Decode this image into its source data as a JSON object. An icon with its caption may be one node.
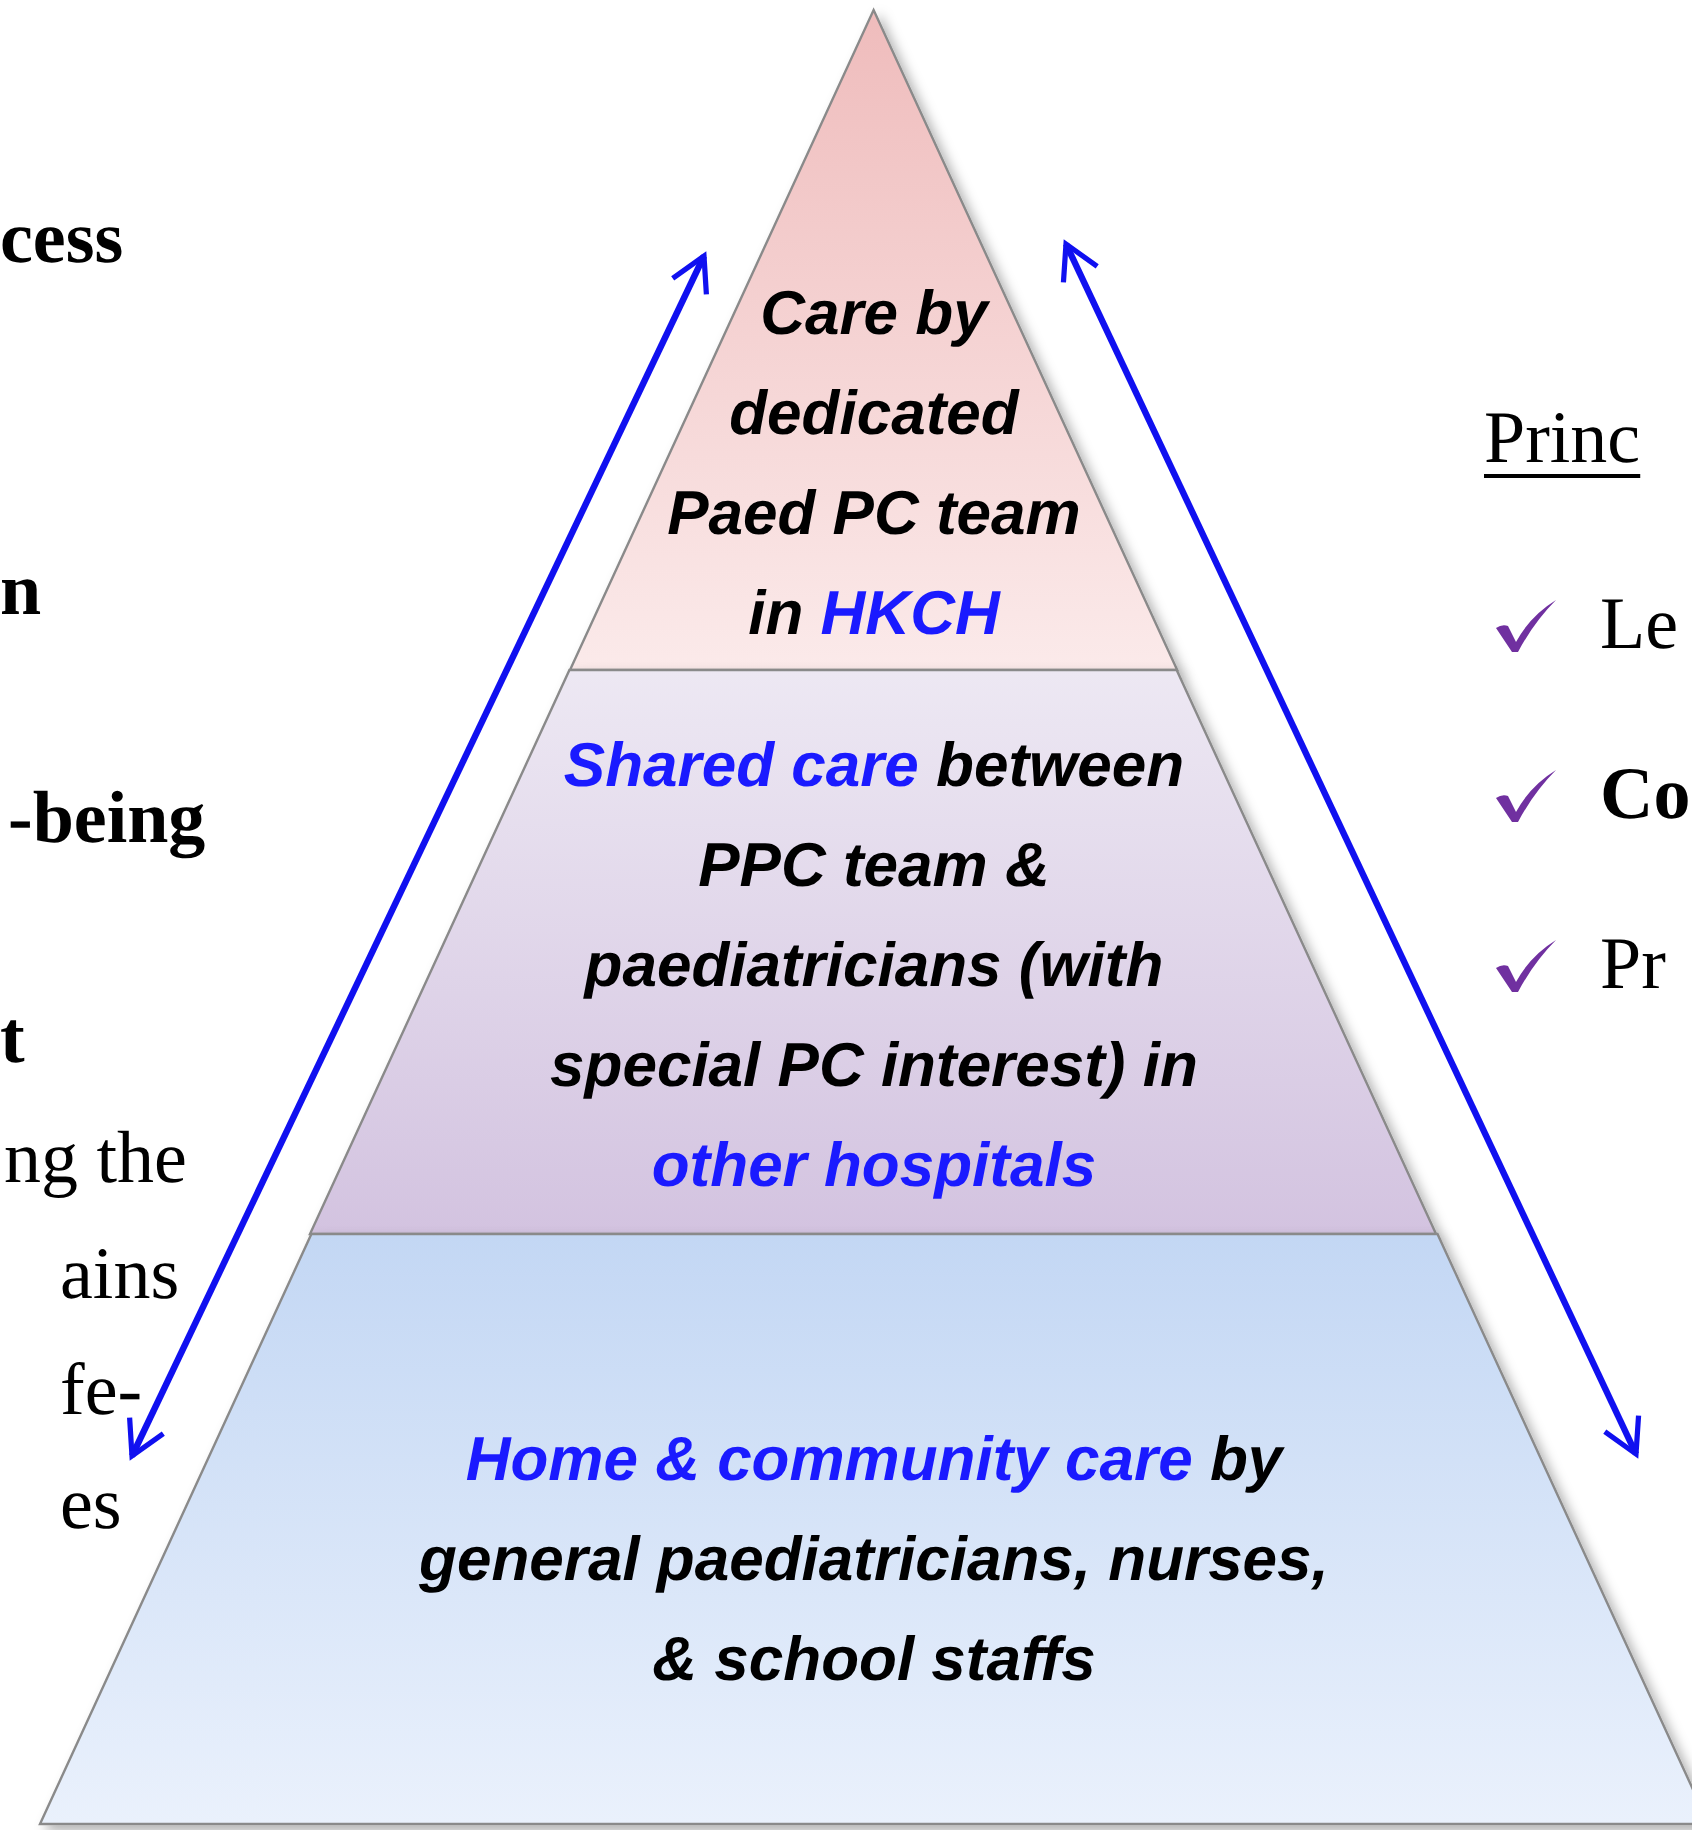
{
  "diagram": {
    "nodes": [
      {
        "text": [
          "Care by dedicated Paed PC team in",
          "HKCH"
        ]
      },
      {
        "text": [
          "Shared care",
          "between PPC team & paediatricians (with special PC interest) in",
          "other hospitals"
        ]
      },
      {
        "text": [
          "Home & community care",
          "by general paediatricians, nurses, & school staffs"
        ]
      }
    ],
    "edges": [],
    "labels": [
      "cess",
      "n",
      "-being",
      "t",
      "ng the",
      "ains",
      "fe-",
      "es",
      "Princ",
      "Le",
      "Co",
      "Pr"
    ]
  }
}
